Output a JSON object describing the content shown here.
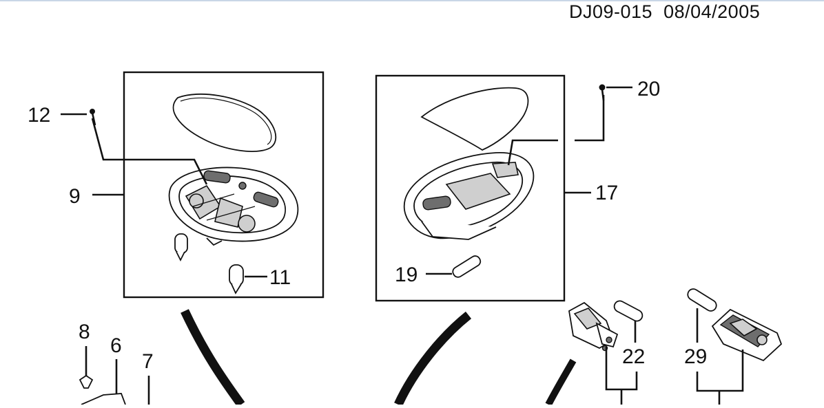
{
  "header": {
    "drawing_code": "DJ09-015",
    "date": "08/04/2005"
  },
  "callouts": {
    "c6": "6",
    "c7": "7",
    "c8": "8",
    "c9": "9",
    "c11": "11",
    "c12": "12",
    "c17": "17",
    "c19": "19",
    "c20": "20",
    "c22": "22",
    "c29": "29"
  }
}
